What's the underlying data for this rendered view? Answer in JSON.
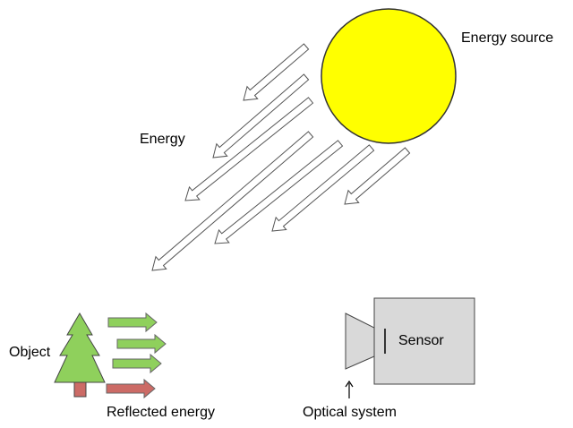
{
  "labels": {
    "energy_source": "Energy source",
    "energy": "Energy",
    "object": "Object",
    "reflected_energy": "Reflected energy",
    "sensor": "Sensor",
    "optical_system": "Optical system"
  },
  "colors": {
    "sun_fill": "#ffff00",
    "sun_stroke": "#333333",
    "tree_fill": "#8fd05c",
    "trunk_fill": "#cc6b66",
    "green_arrow_fill": "#8fd05c",
    "red_arrow_fill": "#cc6b66",
    "sensor_fill": "#d9d9d9",
    "outline": "#444444"
  },
  "icons": {
    "source": "sun-circle-icon",
    "object": "tree-icon",
    "sensor": "camera-sensor-icon"
  }
}
